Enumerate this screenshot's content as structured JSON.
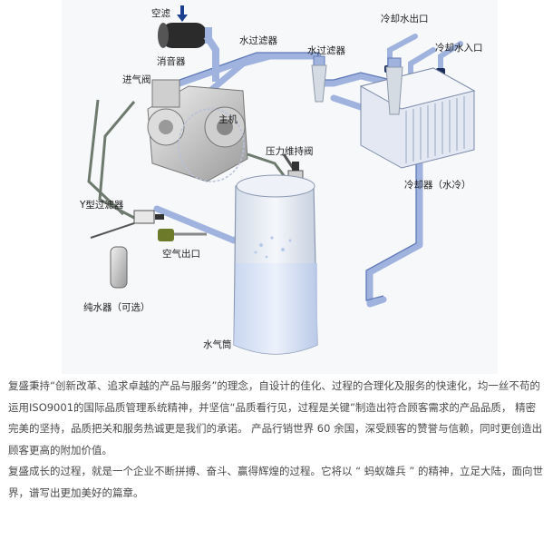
{
  "diagram": {
    "labels": {
      "air_filter": "空滤",
      "muffler": "消音器",
      "intake_valve": "进气阀",
      "main_unit": "主机",
      "water_filter_1": "水过滤器",
      "water_filter_2": "水过滤器",
      "cooling_water_out": "冷却水出口",
      "cooling_water_in": "冷却水入口",
      "pressure_valve": "压力维持阀",
      "cooler": "冷却器（水冷）",
      "y_filter": "Y型过滤器",
      "air_outlet": "空气出口",
      "water_purifier": "纯水器（可选）",
      "water_tank": "水气筒"
    }
  },
  "text": {
    "p1": "复盛秉持“创新改革、追求卓越的产品与服务”的理念，自设计的佳化、过程的合理化及服务的快速化，均一丝不苟的运用ISO9001的国际品质管理系统精神，并坚信“品质看行见，过程是关键”制造出符合顾客需求的产品品质， 精密完美的坚持，品质把关和服务热诚更是我们的承诺。 产品行销世界 60 余国，深受顾客的赞誉与信赖，同时更创造出顾客更高的附加价值。",
    "p2": "复盛成长的过程，就是一个企业不断拼搏、奋斗、赢得辉煌的过程。它将以 “ 蚂蚁雄兵 ” 的精神，立足大陆，面向世界，谱写出更加美好的篇章。"
  }
}
